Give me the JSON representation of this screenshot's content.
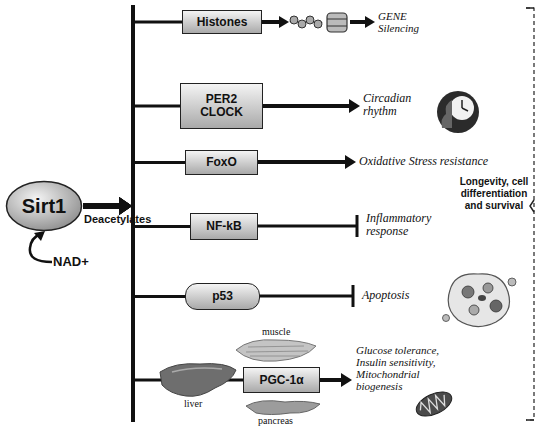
{
  "diagram": {
    "nodes": [
      {
        "text": [
          "Sirt1"
        ]
      },
      {
        "text": [
          "Histones"
        ]
      },
      {
        "text": [
          "PER2 CLOCK"
        ]
      },
      {
        "text": [
          "FoxO"
        ]
      },
      {
        "text": [
          "NF-kB"
        ]
      },
      {
        "text": [
          "p53"
        ]
      },
      {
        "text": [
          "PGC-1α"
        ]
      }
    ],
    "edges": [
      {
        "from": 0,
        "to": 1,
        "arrow": "to"
      },
      {
        "from": 0,
        "to": 2,
        "arrow": "to"
      },
      {
        "from": 0,
        "to": 3,
        "arrow": "to"
      },
      {
        "from": 0,
        "to": 4,
        "arrow": "to"
      },
      {
        "from": 0,
        "to": 5,
        "arrow": "to"
      },
      {
        "from": 0,
        "to": 6,
        "arrow": "to"
      }
    ],
    "labels": [
      "Deacetylates",
      "NAD+",
      "GENE Silencing",
      "Circadian rhythm",
      "Oxidative Stress resistance",
      "Inflammatory response",
      "Apoptosis",
      "muscle",
      "liver",
      "pancreas",
      "Glucose tolerance, Insulin sensitivity, Mitochondrial biogenesis",
      "Longevity, cell differentiation and survival"
    ]
  }
}
